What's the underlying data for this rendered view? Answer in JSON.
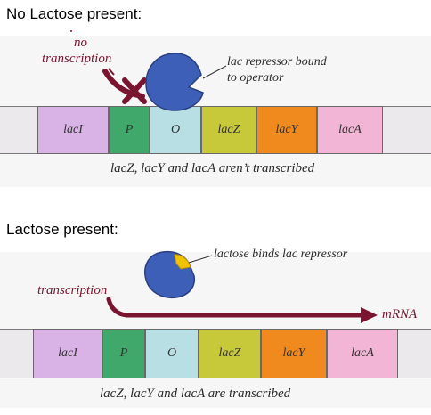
{
  "top": {
    "heading": "No Lactose present:",
    "no_transcription": [
      "no",
      "transcription"
    ],
    "repressor_label": [
      "lac repressor bound",
      "to operator"
    ],
    "caption": "lacZ, lacY and lacA aren’t transcribed"
  },
  "bottom": {
    "heading": "Lactose present:",
    "lactose_label": "lactose binds lac repressor",
    "transcription": "transcription",
    "mrna": "mRNA",
    "caption": "lacZ, lacY and lacA are transcribed"
  },
  "genes": [
    {
      "label": "lacI",
      "color": "#d9b3e6"
    },
    {
      "label": "P",
      "color": "#3fa86a"
    },
    {
      "label": "O",
      "color": "#b8dfe4"
    },
    {
      "label": "lacZ",
      "color": "#c7c83a"
    },
    {
      "label": "lacY",
      "color": "#f08a1e"
    },
    {
      "label": "lacA",
      "color": "#f2b5d5"
    }
  ],
  "colors": {
    "repressor": "#3d5fb8",
    "lactose": "#f2c100",
    "arrow": "#7a1530",
    "dna_strip": "#ece9ec"
  },
  "icons": [
    "repressor-protein-icon",
    "blocked-arrow-icon",
    "x-mark-icon",
    "mrna-arrow-icon"
  ]
}
